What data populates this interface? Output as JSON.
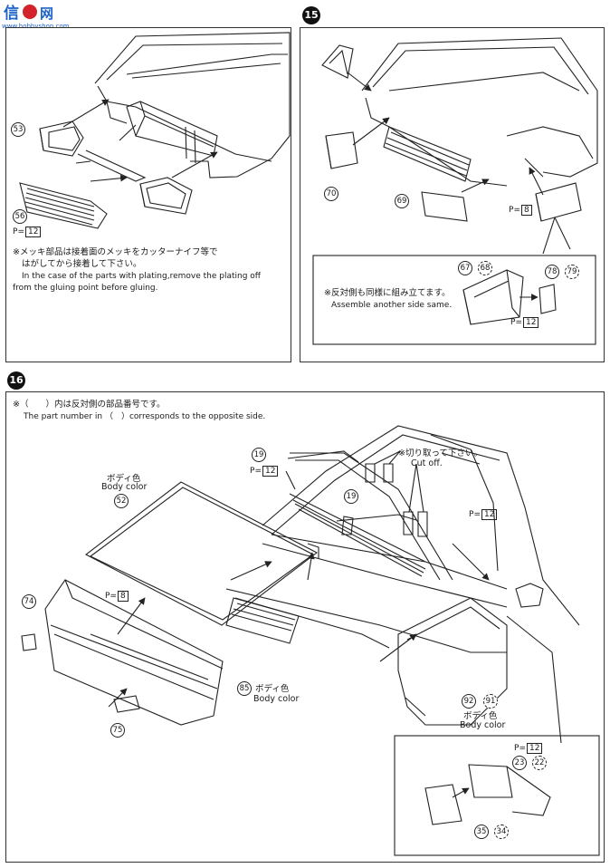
{
  "watermark": {
    "brand": "信 网",
    "url": "www.hobbyshop.com"
  },
  "step15": {
    "number": "15"
  },
  "step16": {
    "number": "16"
  },
  "panel14": {
    "parts": {
      "p53": "53",
      "p56": "56"
    },
    "pref": {
      "p": "P",
      "n": "12"
    },
    "note_jp_1": "※メッキ部品は接着面のメッキをカッターナイフ等で",
    "note_jp_2": "はがしてから接着して下さい。",
    "note_en_1": "In the case of the parts with plating,remove the plating off",
    "note_en_2": "from the gluing point before gluing."
  },
  "panel15": {
    "parts": {
      "p70": "70",
      "p69": "69",
      "p67": "67",
      "p68": "68",
      "p78": "78",
      "p79": "79"
    },
    "pref_a": {
      "p": "P",
      "n": "8"
    },
    "pref_b": {
      "p": "P",
      "n": "12"
    },
    "note_jp": "※反対側も同様に組み立てます。",
    "note_en": "Assemble another side same."
  },
  "panel16": {
    "note_jp": "※（　　）内は反対側の部品番号です。",
    "note_en": "The part number in （　）corresponds to the opposite side.",
    "cut_jp": "※切り取って下さい。",
    "cut_en": "Cut off.",
    "body_color_jp": "ボディ色",
    "body_color_en": "Body color",
    "parts": {
      "p19a": "19",
      "p19b": "19",
      "p52": "52",
      "p74": "74",
      "p75": "75",
      "p85": "85",
      "p92": "92",
      "p91": "91",
      "p23": "23",
      "p22": "22",
      "p35": "35",
      "p34": "34"
    },
    "pref_a": {
      "p": "P",
      "n": "12"
    },
    "pref_b": {
      "p": "P",
      "n": "12"
    },
    "pref_c": {
      "p": "P",
      "n": "8"
    },
    "pref_d": {
      "p": "P",
      "n": "12"
    }
  },
  "colors": {
    "ink": "#1a1a1a",
    "paper": "#ffffff",
    "logo_blue": "#1e64c8",
    "logo_red": "#d2232a"
  }
}
